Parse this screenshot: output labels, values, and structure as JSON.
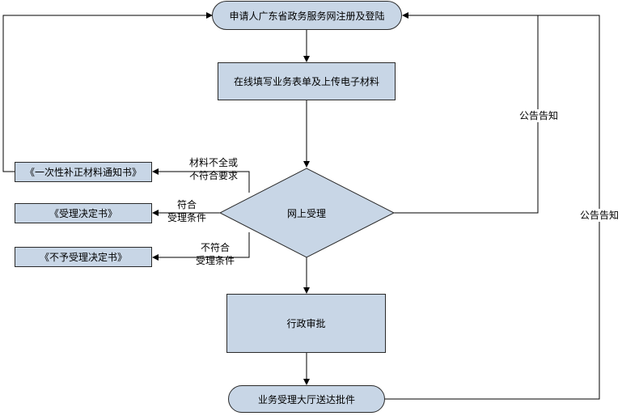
{
  "nodes": {
    "register": "申请人广东省政务服务网注册及登陆",
    "fill_form": "在线填写业务表单及上传电子材料",
    "online_accept": "网上受理",
    "admin_approval": "行政审批",
    "deliver": "业务受理大厅送达批件",
    "doc_supplement": "《一次性补正材料通知书》",
    "doc_accept": "《受理决定书》",
    "doc_reject": "《不予受理决定书》"
  },
  "labels": {
    "incomplete": "材料不全或\n不符合要求",
    "meets": "符合\n受理条件",
    "not_meets": "不符合\n受理条件",
    "notice_1": "公告告知",
    "notice_2": "公告告知"
  }
}
